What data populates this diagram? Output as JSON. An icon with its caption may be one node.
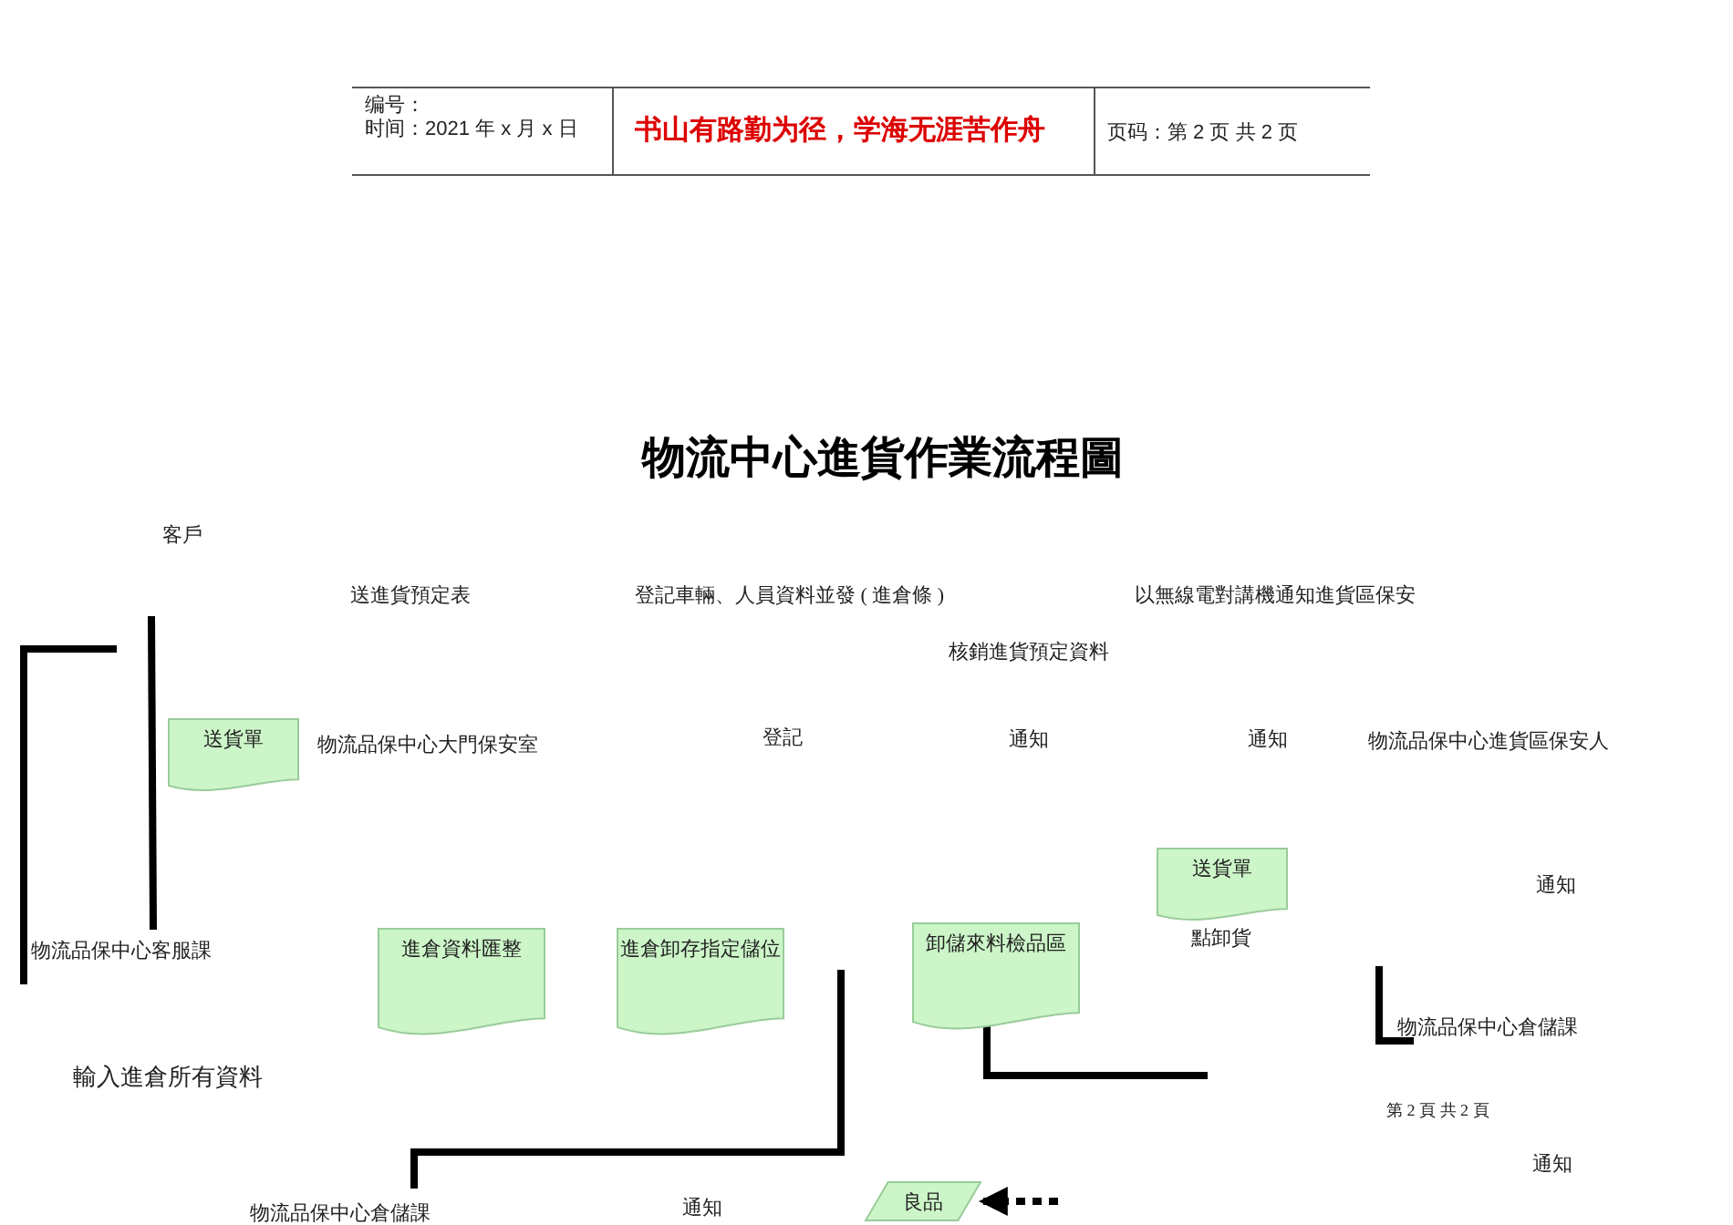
{
  "diagram": {
    "title": "物流中心進貨作業流程圖",
    "nodes": [
      {
        "text": [
          "送貨單"
        ]
      },
      {
        "text": [
          "進倉資料匯整"
        ]
      },
      {
        "text": [
          "進倉卸存指定儲位"
        ]
      },
      {
        "text": [
          "卸儲來料檢品區"
        ]
      },
      {
        "text": [
          "送貨單"
        ],
        "beside": [
          "點卸貨"
        ]
      },
      {
        "text": [
          "良品"
        ]
      }
    ],
    "edges": [
      {
        "from": null,
        "to": 5,
        "arrow": "to",
        "style": "dashed"
      }
    ],
    "labels": [
      "编号：",
      "时间：2021 年 x 月 x 日",
      "书山有路勤为径，学海无涯苦作舟",
      "页码：第 2 页  共 2 页",
      "客戶",
      "送進貨預定表",
      "登記車輛、人員資料並發 ( 進倉條 )",
      "以無線電對講機通知進貨區保安",
      "核銷進貨預定資料",
      "物流品保中心大門保安室",
      "登記",
      "通知",
      "通知",
      "物流品保中心進貨區保安人",
      "通知",
      "物流品保中心客服課",
      "物流品保中心倉儲課",
      "輸入進倉所有資料",
      "第 2 頁 共 2 頁",
      "通知",
      "物流品保中心倉儲課",
      "通知"
    ]
  }
}
